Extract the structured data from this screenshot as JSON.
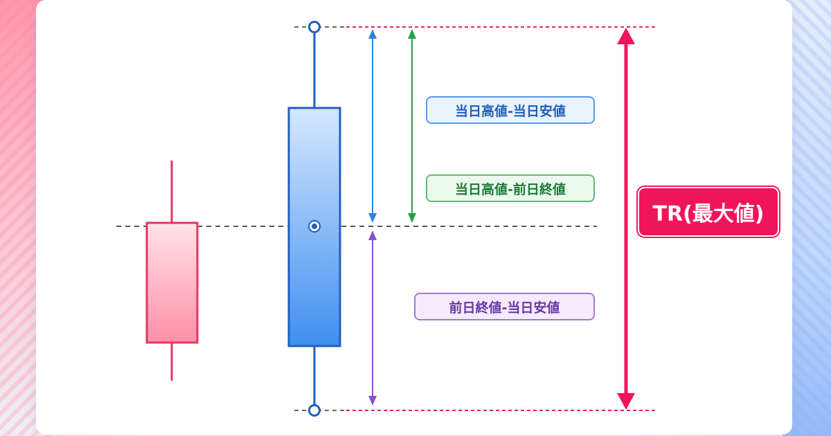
{
  "labels": {
    "high_low": "当日高値-当日安値",
    "high_prevclose": "当日高値-前日終値",
    "prevclose_low": "前日終値-当日安値",
    "tr": "TR(最大値)"
  },
  "colors": {
    "bullish_candle": "#ff4f7a",
    "current_candle": "#1f6fd0",
    "arrow_high_low": "#2a86e0",
    "arrow_high_prevclose": "#27a046",
    "arrow_prevclose_low": "#8a4fcf",
    "tr_accent": "#f0155a"
  }
}
